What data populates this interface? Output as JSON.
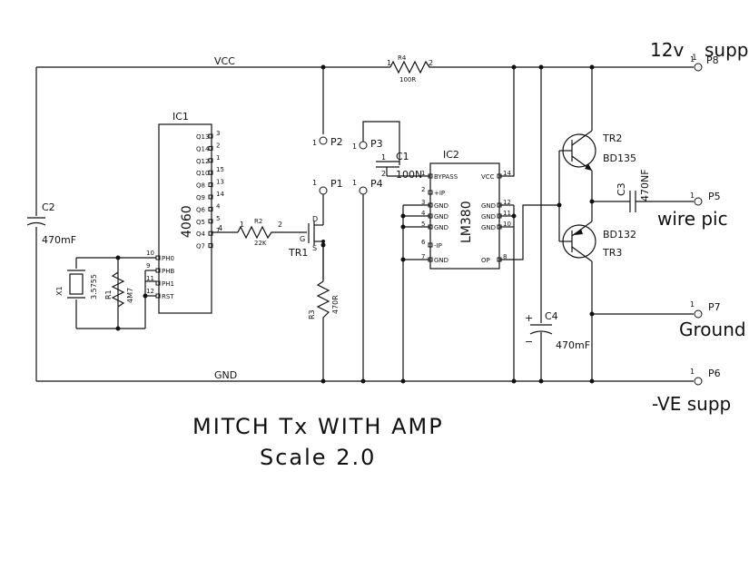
{
  "title": {
    "line1": "MITCH Tx WITH AMP",
    "line2": "Scale 2.0"
  },
  "nets": {
    "vcc": "VCC",
    "gnd": "GND"
  },
  "ic1": {
    "ref": "IC1",
    "part": "4060",
    "pins_out": [
      "Q13",
      "Q14",
      "Q12",
      "Q10",
      "Q8",
      "Q9",
      "Q6",
      "Q5",
      "Q4",
      "Q7"
    ],
    "pins_out_nums": [
      "3",
      "2",
      "1",
      "15",
      "13",
      "14",
      "4",
      "5",
      "7"
    ],
    "pins_in": [
      "PH0",
      "PHB",
      "PH1",
      "RST"
    ],
    "pins_in_nums": [
      "10",
      "9",
      "11",
      "12"
    ]
  },
  "ic2": {
    "ref": "IC2",
    "part": "LM380",
    "left_pins": [
      "BYPASS",
      "+IP",
      "GND",
      "GND",
      "GND",
      "-IP",
      "GND"
    ],
    "left_nums": [
      "1",
      "2",
      "3",
      "4",
      "5",
      "6",
      "7"
    ],
    "right_pins": [
      "VCC",
      "GND",
      "GND",
      "GND",
      "OP"
    ],
    "right_nums": [
      "14",
      "12",
      "11",
      "10",
      "8"
    ]
  },
  "components": {
    "r1": {
      "ref": "R1",
      "value": "4M7"
    },
    "r2": {
      "ref": "R2",
      "value": "22K"
    },
    "r3": {
      "ref": "R3",
      "value": "470R"
    },
    "r4": {
      "ref": "R4",
      "value": "100R"
    },
    "c1": {
      "ref": "C1",
      "value": "100N"
    },
    "c2": {
      "ref": "C2",
      "value": "470mF"
    },
    "c3": {
      "ref": "C3",
      "value": "470NF"
    },
    "c4": {
      "ref": "C4",
      "value": "470mF"
    },
    "x1": {
      "ref": "X1",
      "value": "3.5755"
    },
    "tr1": {
      "ref": "TR1",
      "pins": [
        "D",
        "G",
        "S"
      ]
    },
    "tr2": {
      "ref": "TR2",
      "part": "BD135"
    },
    "tr3": {
      "ref": "TR3",
      "part": "BD132"
    }
  },
  "connectors": {
    "p1": "P1",
    "p2": "P2",
    "p3": "P3",
    "p4": "P4",
    "p5": "P5",
    "p6": "P6",
    "p7": "P7",
    "p8": "P8"
  },
  "notes": {
    "supply_pos": "12v",
    "supply_pos_tail": "supp",
    "supply_pos_sub": "1",
    "wire": "wire pic",
    "ground": "Ground",
    "supply_neg": "-VE supp"
  }
}
